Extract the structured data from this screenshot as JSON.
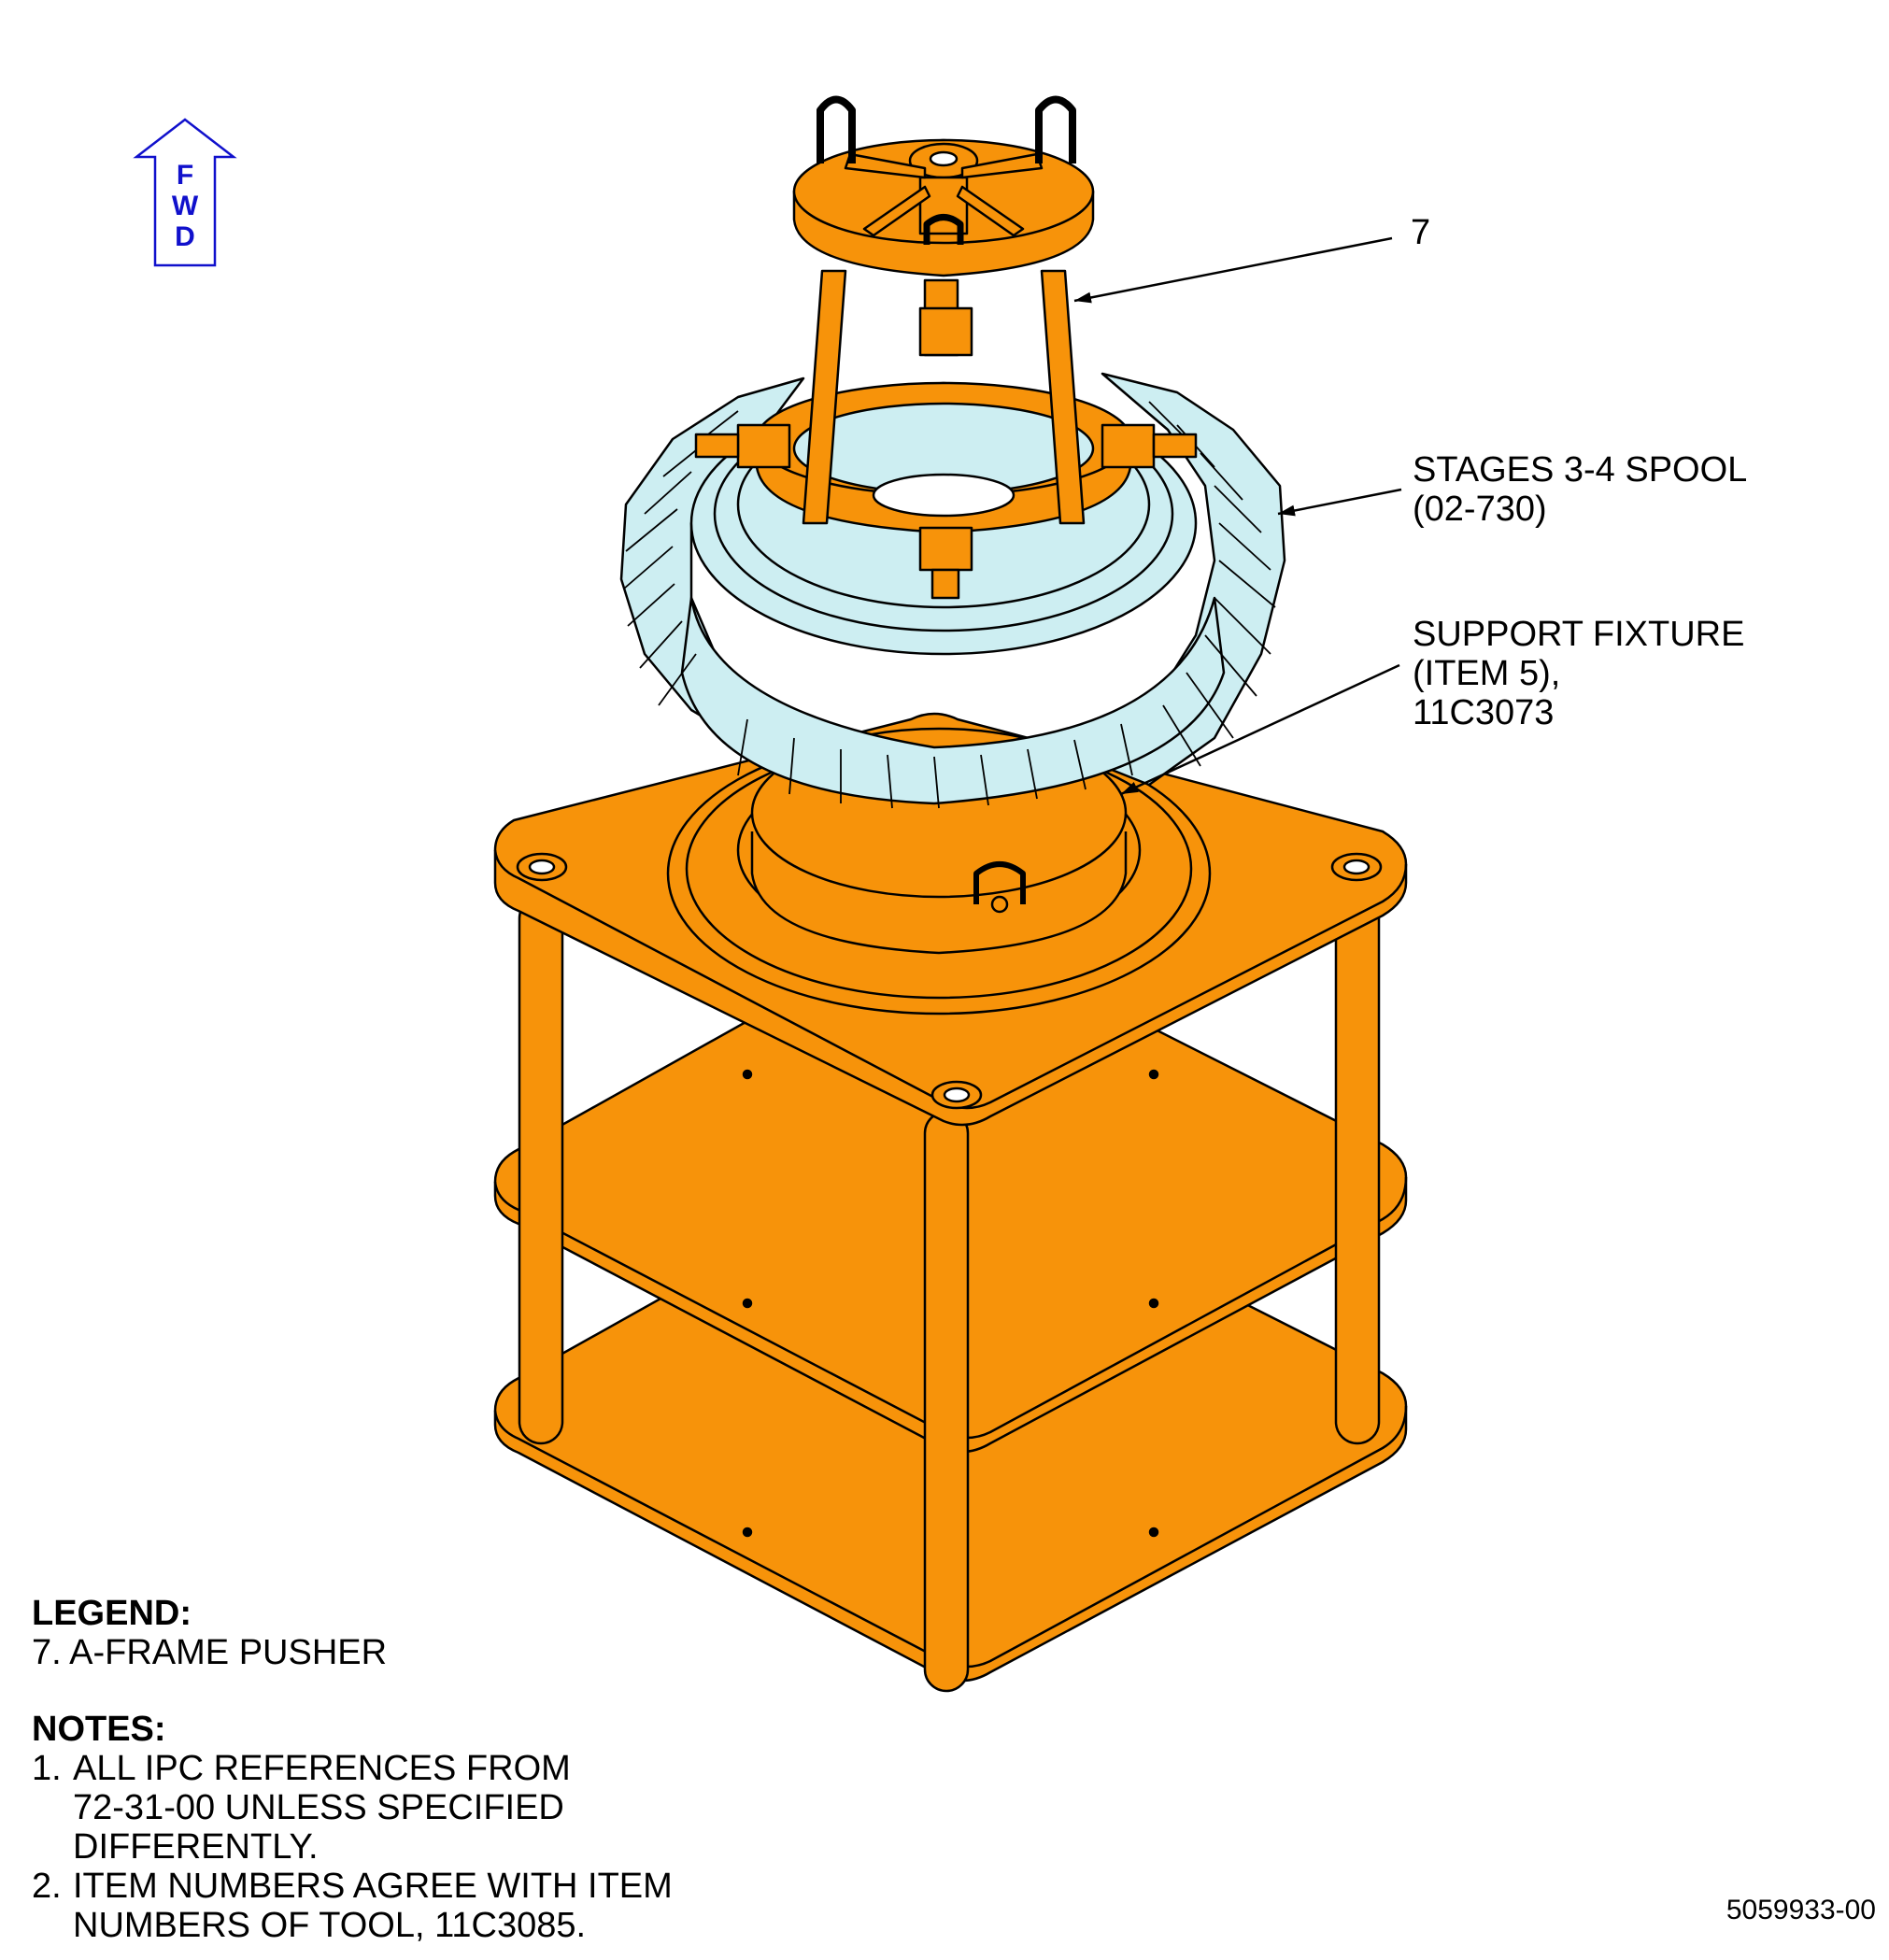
{
  "fwd_indicator": {
    "letters": [
      "F",
      "W",
      "D"
    ],
    "color": "#1010cc"
  },
  "callouts": {
    "item7": "7",
    "spool_line1": "STAGES 3-4 SPOOL",
    "spool_line2": "(02-730)",
    "fixture_line1": "SUPPORT FIXTURE",
    "fixture_line2": "(ITEM 5),",
    "fixture_line3": "11C3073"
  },
  "legend": {
    "title": "LEGEND:",
    "item": "7. A-FRAME PUSHER"
  },
  "notes": {
    "title": "NOTES:",
    "items": [
      {
        "num": "1.",
        "text": "ALL IPC REFERENCES FROM\n72-31-00 UNLESS SPECIFIED\nDIFFERENTLY."
      },
      {
        "num": "2.",
        "text": "ITEM NUMBERS AGREE WITH ITEM\nNUMBERS OF TOOL, 11C3085."
      }
    ]
  },
  "document_number": "5059933-00",
  "colors": {
    "tooling_orange": "#f7930a",
    "spool_cyan": "#cdeef2",
    "outline": "#000000"
  }
}
